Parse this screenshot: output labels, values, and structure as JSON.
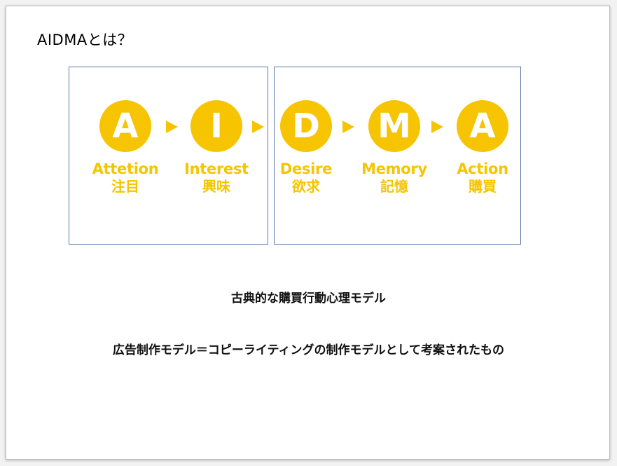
{
  "slide": {
    "title": "AIDMAとは？",
    "accent_color": "#f6c400",
    "stages": [
      {
        "letter": "A",
        "english": "Attetion",
        "japanese": "注目"
      },
      {
        "letter": "I",
        "english": "Interest",
        "japanese": "興味"
      },
      {
        "letter": "D",
        "english": "Desire",
        "japanese": "欲求"
      },
      {
        "letter": "M",
        "english": "Memory",
        "japanese": "記憶"
      },
      {
        "letter": "A",
        "english": "Action",
        "japanese": "購買"
      }
    ],
    "caption_1": "古典的な購買行動心理モデル",
    "caption_2": "広告制作モデル＝コピーライティングの制作モデルとして考案されたもの"
  }
}
